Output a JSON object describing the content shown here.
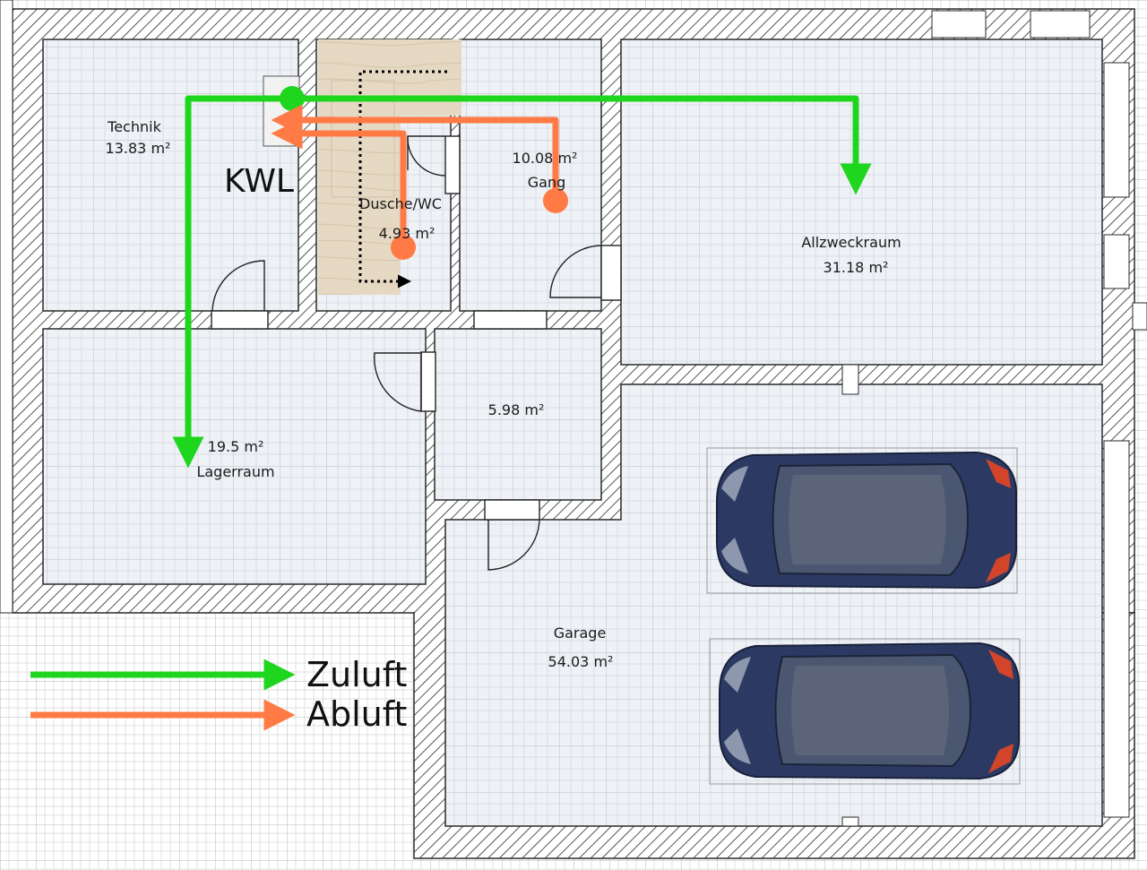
{
  "rooms": {
    "technik": {
      "name": "Technik",
      "area": "13.83 m²"
    },
    "dusche": {
      "name": "Dusche/WC",
      "area": "4.93 m²"
    },
    "gang": {
      "area": "10.08 m²",
      "name": "Gang"
    },
    "allzweck": {
      "name": "Allzweckraum",
      "area": "31.18 m²"
    },
    "lager": {
      "area": "19.5 m²",
      "name": "Lagerraum"
    },
    "small": {
      "area": "5.98 m²"
    },
    "garage": {
      "name": "Garage",
      "area": "54.03 m²"
    }
  },
  "kwl_label": "KWL",
  "legend": {
    "supply": {
      "label": "Zuluft",
      "color": "#1fd61f"
    },
    "exhaust": {
      "label": "Abluft",
      "color": "#ff7a45"
    }
  },
  "colors": {
    "wall_hatch": "#2a2a2a",
    "floor": "#e9edf3",
    "stair": "#e3d5bf",
    "car_body": "#2c3a63"
  },
  "icons": [
    "wall-hatch",
    "door-swing",
    "stair",
    "car-top-view",
    "arrow"
  ]
}
